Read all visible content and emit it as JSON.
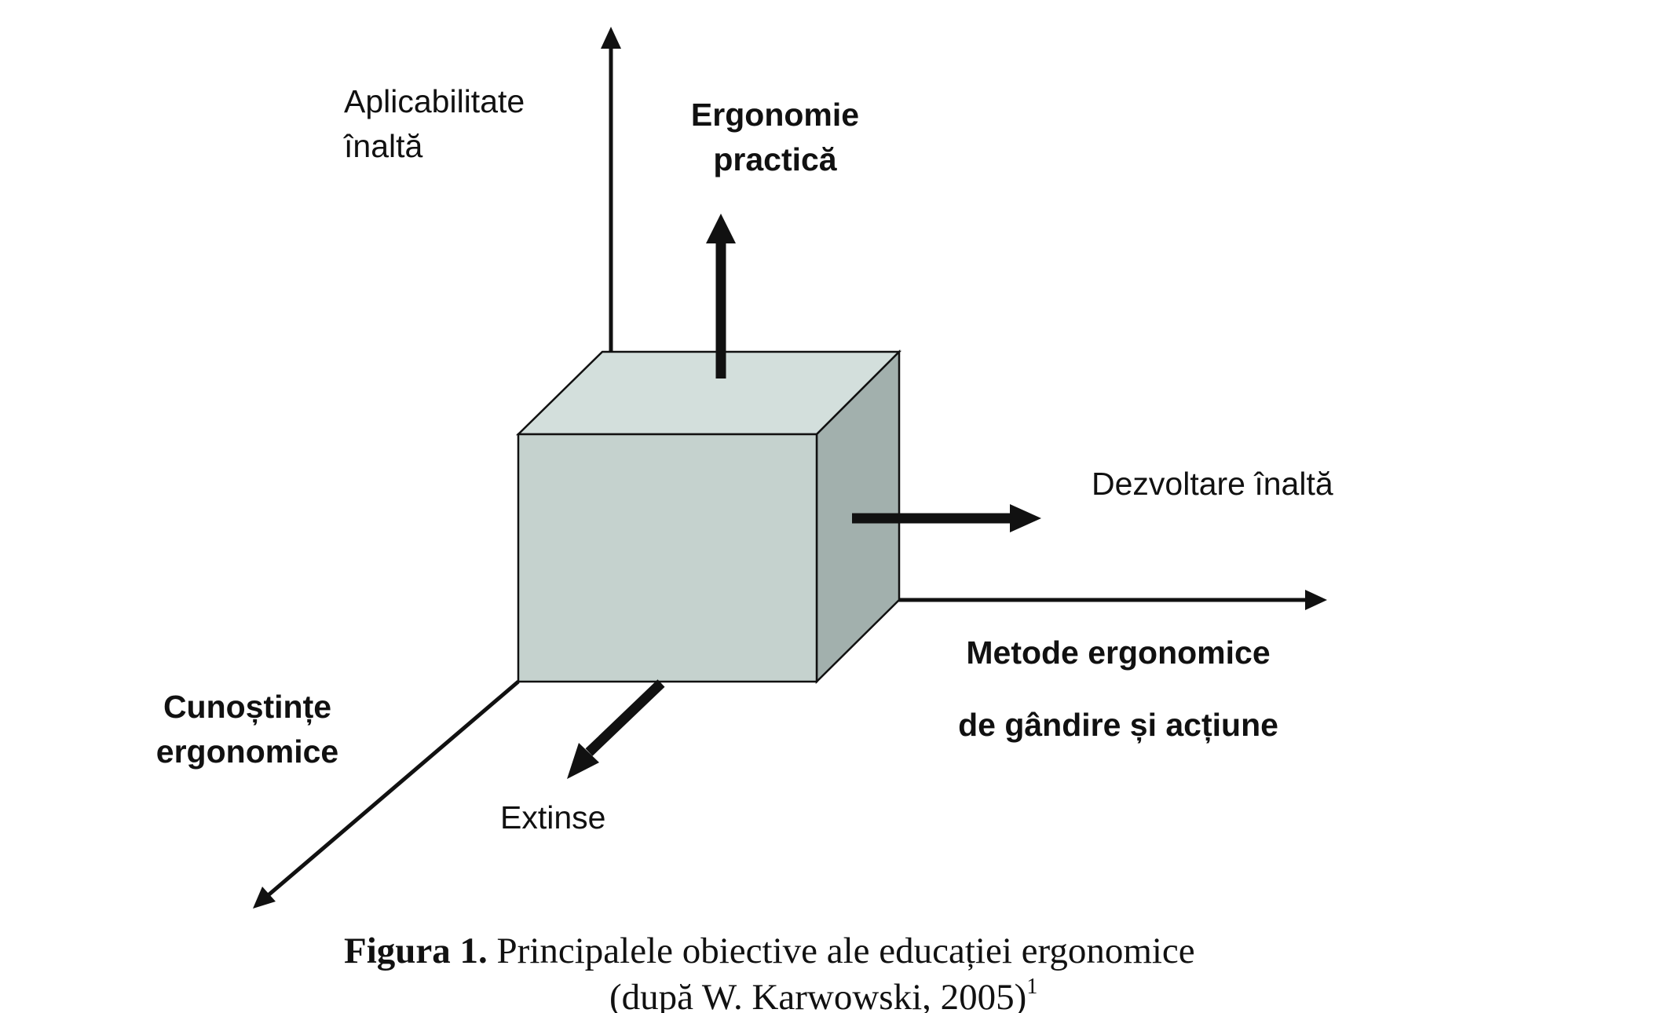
{
  "diagram": {
    "labels": {
      "aplicabilitate_line1": "Aplicabilitate",
      "aplicabilitate_line2": "înaltă",
      "ergonomie_line1": "Ergonomie",
      "ergonomie_line2": "practică",
      "dezvoltare": "Dezvoltare înaltă",
      "metode_line1": "Metode ergonomice",
      "metode_line2": "de gândire și acțiune",
      "cunostinte_line1": "Cunoștințe",
      "cunostinte_line2": "ergonomice",
      "extinse": "Extinse"
    },
    "colors": {
      "cube_front": "#c5d2ce",
      "cube_top": "#d3dfdc",
      "cube_side": "#a2b0ad",
      "stroke": "#111111"
    }
  },
  "caption": {
    "label": "Figura 1.",
    "text": " Principalele obiective ale educației ergonomice",
    "line2": "(după W. Karwowski, 2005)",
    "footnote": "1"
  }
}
